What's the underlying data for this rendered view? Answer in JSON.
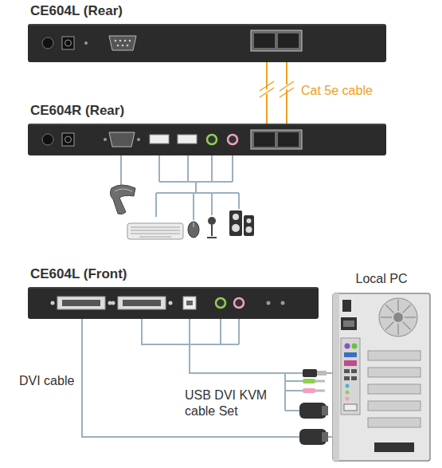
{
  "diagram": {
    "nodes": [
      {
        "text": [
          "CE604L (Rear)"
        ]
      },
      {
        "text": [
          "CE604R (Rear)"
        ]
      },
      {
        "text": [
          "CE604L (Front)"
        ]
      },
      {
        "text": [
          "Local PC"
        ]
      }
    ],
    "edges": [
      {
        "from": 0,
        "to": 1,
        "arrow": "none",
        "label": "Cat 5e cable"
      },
      {
        "from": 2,
        "to": 3,
        "arrow": "none",
        "label": "DVI cable"
      },
      {
        "from": 2,
        "to": 3,
        "arrow": "none",
        "label": "USB DVI KVM cable Set"
      }
    ]
  }
}
